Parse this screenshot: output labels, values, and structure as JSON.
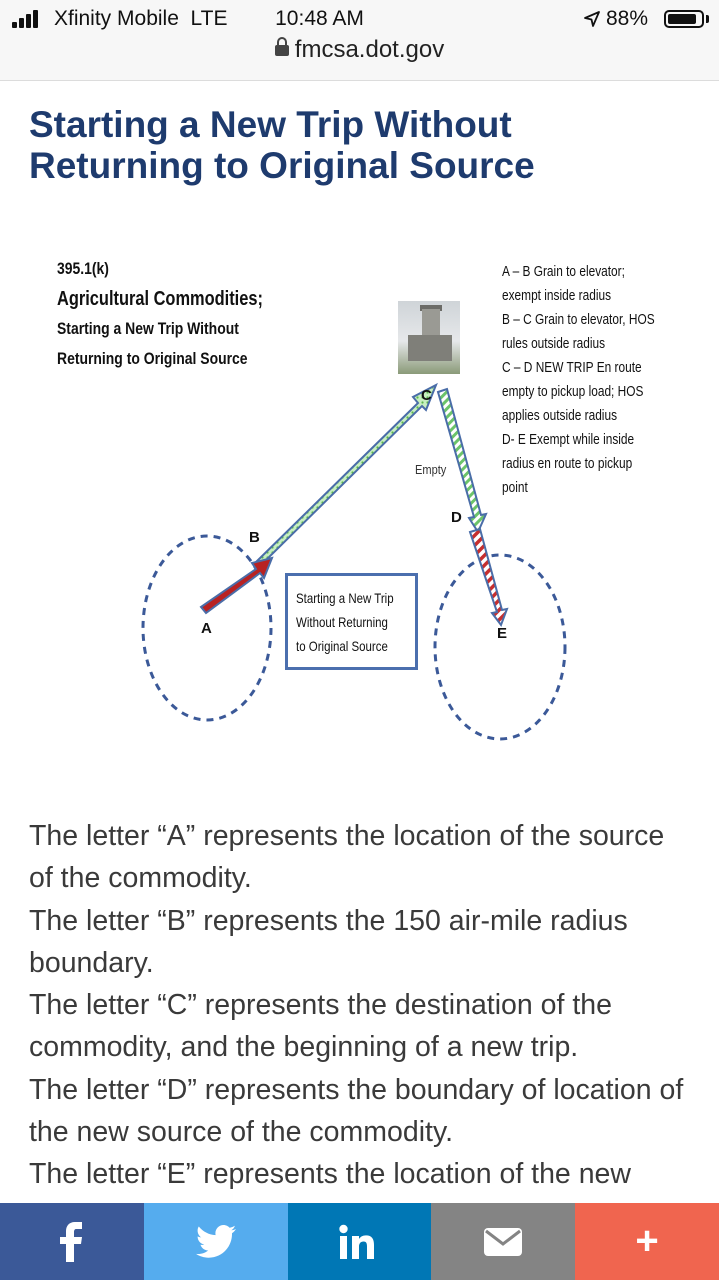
{
  "status_bar": {
    "carrier": "Xfinity Mobile  LTE",
    "time": "10:48 AM",
    "battery_percent": "88%",
    "battery_level": 0.88,
    "url": "fmcsa.dot.gov"
  },
  "page": {
    "title": "Starting a New Trip Without Returning to Original Source"
  },
  "figure": {
    "title_lines": [
      "395.1(k)",
      "Agricultural Commodities;",
      "Starting a New Trip Without",
      "Returning to Original Source"
    ],
    "legend_lines": [
      "A – B Grain to elevator;",
      "exempt inside radius",
      "B – C Grain to elevator, HOS",
      "rules outside radius",
      "C – D NEW TRIP En route",
      "empty to pickup load; HOS",
      "applies outside radius",
      "D- E   Exempt while inside",
      "radius en route to pickup",
      "point"
    ],
    "labels": {
      "a": "A",
      "b": "B",
      "c": "C",
      "d": "D",
      "e": "E",
      "empty": "Empty"
    },
    "box_lines": [
      "Starting a New Trip",
      "Without Returning",
      "to Original Source"
    ]
  },
  "body": {
    "paragraphs": [
      "The letter “A” represents the location of the source of the commodity.",
      "The letter “B” represents the 150 air-mile radius boundary.",
      "The letter “C” represents the destination of the commodity, and the beginning of a new trip.",
      "The letter “D” represents the boundary of location of the new source of the commodity.",
      "The letter “E” represents the location of the new"
    ]
  },
  "share_bar": {
    "facebook_icon": "facebook-icon",
    "twitter_icon": "twitter-icon",
    "linkedin_icon": "linkedin-icon",
    "email_icon": "email-icon",
    "plus_label": "+",
    "colors": {
      "facebook": "#3b5998",
      "twitter": "#55acee",
      "linkedin": "#0077b5",
      "email": "#848484",
      "plus": "#f0654f"
    }
  },
  "colors": {
    "title": "#1e3b6e",
    "text": "#3a3a3a"
  }
}
